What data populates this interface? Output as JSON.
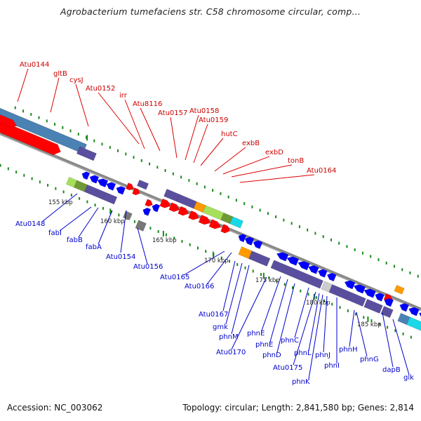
{
  "title": "Agrobacterium tumefaciens str. C58 chromosome circular, comp...",
  "footer": {
    "accession": "Accession: NC_003062",
    "topology": "Topology: circular; Length: 2,841,580 bp; Genes: 2,814"
  },
  "colors": {
    "forward_gene": "#ff0000",
    "reverse_gene": "#0000ff",
    "backbone": "#888888",
    "tick": "#1a8a1a",
    "cog_purple": "#5a4f9e",
    "cog_steel": "#4a82b4",
    "cog_orange": "#ff9a00",
    "cog_lime": "#a6e05a",
    "cog_olive": "#6f9a35",
    "cog_cyan": "#19d8e8"
  },
  "scale_labels": [
    "155 kbp",
    "160 kbp",
    "165 kbp",
    "170 kbp",
    "175 kbp",
    "180 kbp",
    "185 kbp"
  ],
  "upper_labels": [
    {
      "text": "Atu0144"
    },
    {
      "text": "gltB"
    },
    {
      "text": "cysJ"
    },
    {
      "text": "Atu0152"
    },
    {
      "text": "irr"
    },
    {
      "text": "Atu8116"
    },
    {
      "text": "Atu0157"
    },
    {
      "text": "Atu0158"
    },
    {
      "text": "Atu0159"
    },
    {
      "text": "hutC"
    },
    {
      "text": "exbB"
    },
    {
      "text": "exbD"
    },
    {
      "text": "tonB"
    },
    {
      "text": "Atu0164"
    }
  ],
  "lower_labels": [
    {
      "text": "Atu0148"
    },
    {
      "text": "fabI"
    },
    {
      "text": "fabB"
    },
    {
      "text": "fabA"
    },
    {
      "text": "Atu0154"
    },
    {
      "text": "Atu0156"
    },
    {
      "text": "Atu0165"
    },
    {
      "text": "Atu0166"
    },
    {
      "text": "Atu0167"
    },
    {
      "text": "gmk"
    },
    {
      "text": "phnM"
    },
    {
      "text": "Atu0170"
    },
    {
      "text": "phnE"
    },
    {
      "text": "phnE"
    },
    {
      "text": "phnD"
    },
    {
      "text": "phnC"
    },
    {
      "text": "Atu0175"
    },
    {
      "text": "phnL"
    },
    {
      "text": "phnK"
    },
    {
      "text": "phnJ"
    },
    {
      "text": "phnI"
    },
    {
      "text": "phnH"
    },
    {
      "text": "phnG"
    },
    {
      "text": "dapB"
    },
    {
      "text": "glk"
    }
  ]
}
